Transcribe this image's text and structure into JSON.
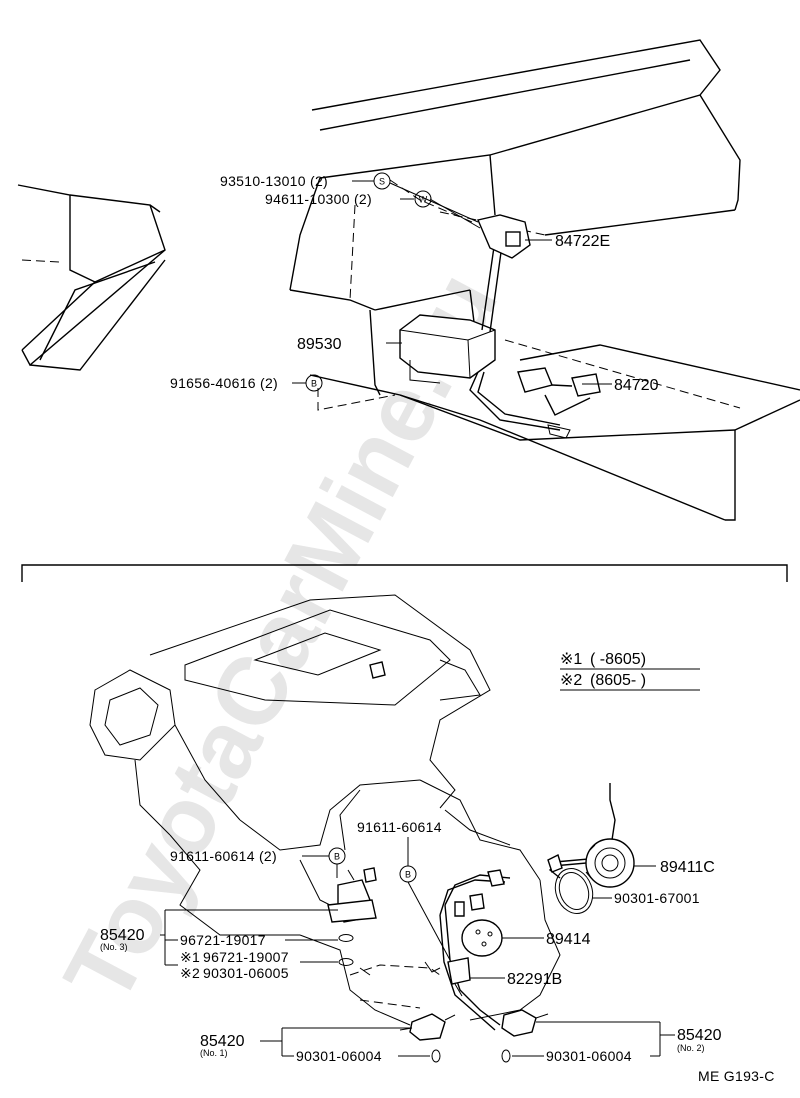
{
  "watermark": "ToyotaCarMine.ru",
  "diagram_code": "ME  G193-C",
  "legend": {
    "item1": {
      "mark": "※1",
      "range": "(       -8605)"
    },
    "item2": {
      "mark": "※2",
      "range": "(8605-        )"
    }
  },
  "symbols": {
    "s": "S",
    "w": "W",
    "b": "B"
  },
  "top_labels": {
    "bolt_93510": "93510-13010 (2)",
    "washer_94611": "94611-10300 (2)",
    "bolt_91656": "91656-40616 (2)",
    "part_84722e": "84722E",
    "part_89530": "89530",
    "part_84720": "84720"
  },
  "bottom_labels": {
    "bolt_91611_left": "91611-60614 (2)",
    "bolt_91611_center": "91611-60614",
    "part_85420_left": "85420",
    "no3": "(No. 3)",
    "ring_96721_19017": "96721-19017",
    "ring_96721_19007": "96721-19007",
    "ring_90301_06005": "90301-06005",
    "mark1": "※1",
    "mark2": "※2",
    "part_89411c": "89411C",
    "ring_90301_67001": "90301-67001",
    "part_89414": "89414",
    "part_82291b": "82291B",
    "part_85420_no1": "85420",
    "no1": "(No. 1)",
    "ring_90301_06004_left": "90301-06004",
    "part_85420_no2": "85420",
    "no2": "(No. 2)",
    "ring_90301_06004_right": "90301-06004"
  }
}
